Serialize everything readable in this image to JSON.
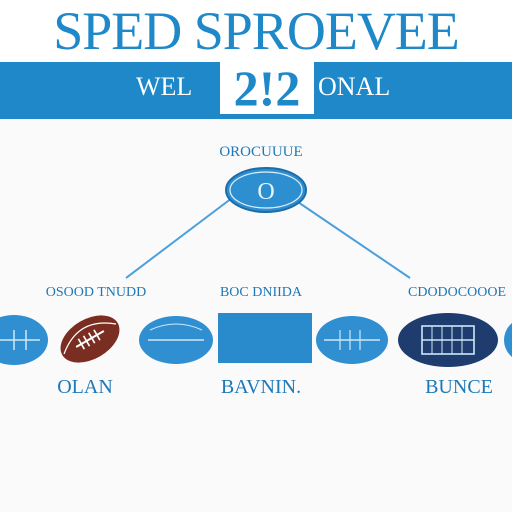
{
  "header": {
    "title": "SPED SPROEVEE",
    "left_text": "WEL",
    "year": "2!2",
    "right_text": "ONAL"
  },
  "diagram": {
    "root": {
      "label": "OROCUUUE",
      "glyph": "O"
    },
    "labels": {
      "left": "OSOOD TNUDD",
      "center": "BOC DNIIDA",
      "right": "CDODOCOOOE"
    },
    "bottom_labels": {
      "left": "OLAN",
      "center": "BAVNIN.",
      "right": "BUNCE"
    }
  },
  "colors": {
    "accent": "#1e88c8",
    "dark_navy": "#1f3c6e",
    "brown": "#7a2e22"
  }
}
